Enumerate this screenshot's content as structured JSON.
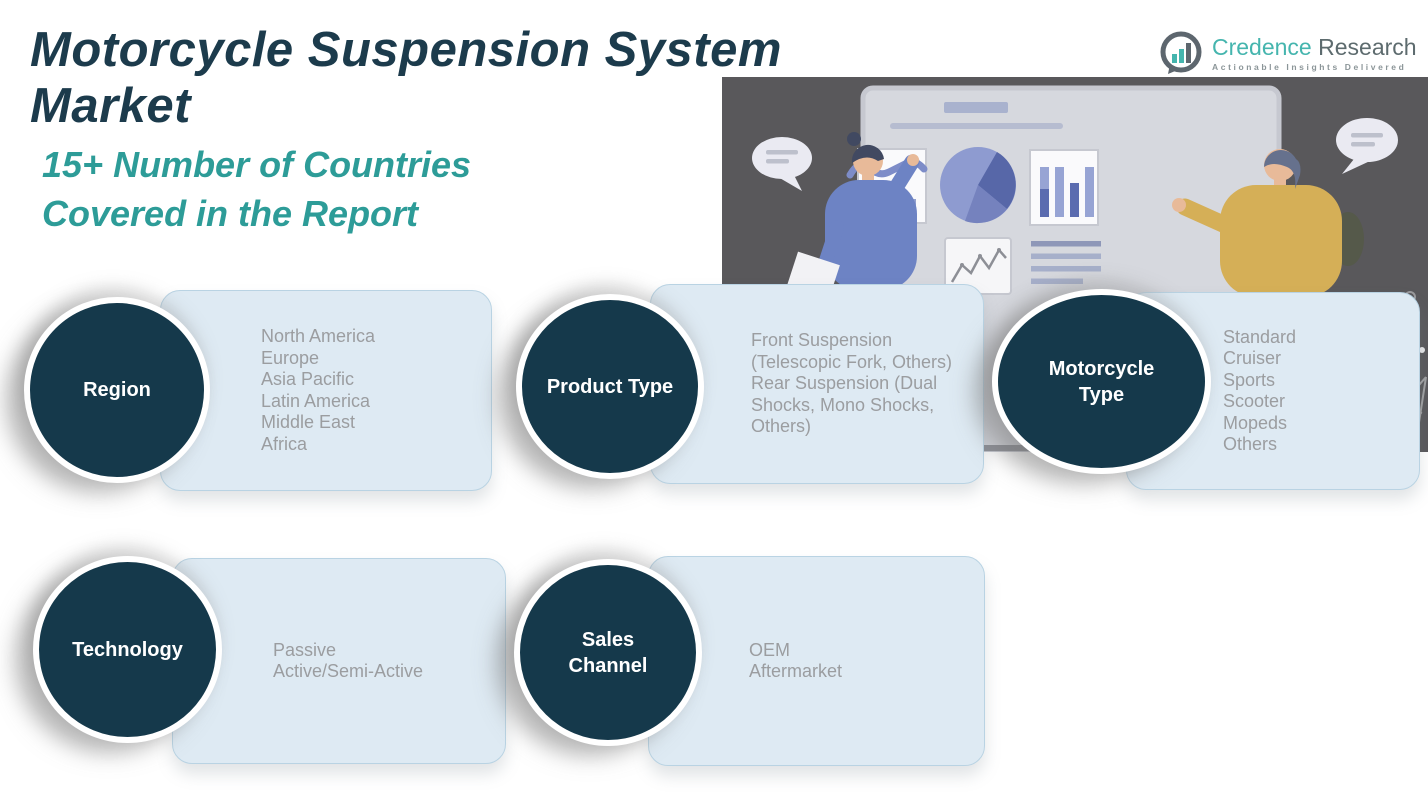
{
  "slide": {
    "title": "Motorcycle Suspension System Market",
    "subtitle": "15+ Number of Countries\nCovered in the Report"
  },
  "logo": {
    "brand_primary": "Credence",
    "brand_secondary": "Research",
    "tagline": "Actionable Insights Delivered"
  },
  "segments": [
    {
      "label": "Region",
      "items": [
        "North America",
        "Europe",
        "Asia Pacific",
        "Latin America",
        "Middle East",
        "Africa"
      ]
    },
    {
      "label": "Product Type",
      "items": [
        "Front Suspension (Telescopic Fork, Others)",
        "Rear Suspension (Dual Shocks, Mono Shocks, Others)"
      ]
    },
    {
      "label": "Motorcycle\nType",
      "items": [
        "Standard",
        "Cruiser",
        "Sports",
        "Scooter",
        "Mopeds",
        "Others"
      ]
    },
    {
      "label": "Technology",
      "items": [
        "Passive",
        "Active/Semi-Active"
      ]
    },
    {
      "label": "Sales\nChannel",
      "items": [
        "OEM",
        "Aftermarket"
      ]
    }
  ],
  "colors": {
    "title_dark": "#1C3B4C",
    "accent_teal": "#2D9C98",
    "circle_fill": "#15394B",
    "card_fill": "#DEEAF3",
    "card_border": "#B9D3E3",
    "list_text": "#9B9DA0",
    "logo_teal": "#45B5AE",
    "logo_gray": "#5D6B6E",
    "illustration_bg": "#59585B"
  }
}
